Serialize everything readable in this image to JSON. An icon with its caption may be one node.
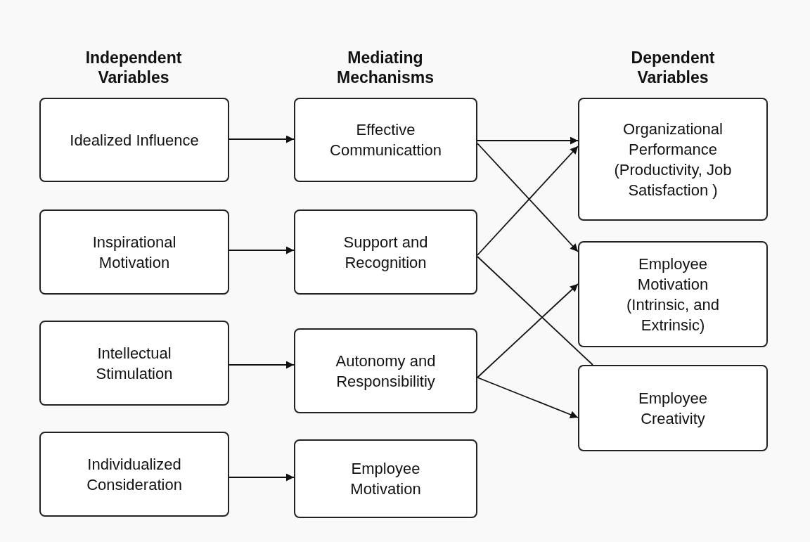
{
  "diagram": {
    "nodes": [
      {
        "text": [
          "Idealized Influence"
        ]
      },
      {
        "text": [
          "Inspirational Motivation"
        ]
      },
      {
        "text": [
          "Intellectual Stimulation"
        ]
      },
      {
        "text": [
          "Individualized Consideration"
        ]
      },
      {
        "text": [
          "Effective Communicattion"
        ]
      },
      {
        "text": [
          "Support and Recognition"
        ]
      },
      {
        "text": [
          "Autonomy and Responsibilitiy"
        ]
      },
      {
        "text": [
          "Employee Motivation"
        ]
      },
      {
        "text": [
          "Organizational Performance (Productivity, Job Satisfaction )"
        ]
      },
      {
        "text": [
          "Employee Motivation (Intrinsic, and Extrinsic)"
        ]
      },
      {
        "text": [
          "Employee Creativity"
        ]
      }
    ],
    "edges": [
      {
        "from": 0,
        "to": 4,
        "arrow": "to"
      },
      {
        "from": 1,
        "to": 5,
        "arrow": "to"
      },
      {
        "from": 2,
        "to": 6,
        "arrow": "to"
      },
      {
        "from": 3,
        "to": 7,
        "arrow": "to"
      },
      {
        "from": 4,
        "to": 8,
        "arrow": "to"
      },
      {
        "from": 4,
        "to": 9,
        "arrow": "to"
      },
      {
        "from": 5,
        "to": 8,
        "arrow": "to"
      },
      {
        "from": 5,
        "to": 10,
        "arrow": "none"
      },
      {
        "from": 6,
        "to": 9,
        "arrow": "to"
      },
      {
        "from": 6,
        "to": 10,
        "arrow": "to"
      }
    ],
    "labels": [
      "Independent Variables",
      "Mediating Mechanisms",
      "Dependent Variables"
    ]
  }
}
